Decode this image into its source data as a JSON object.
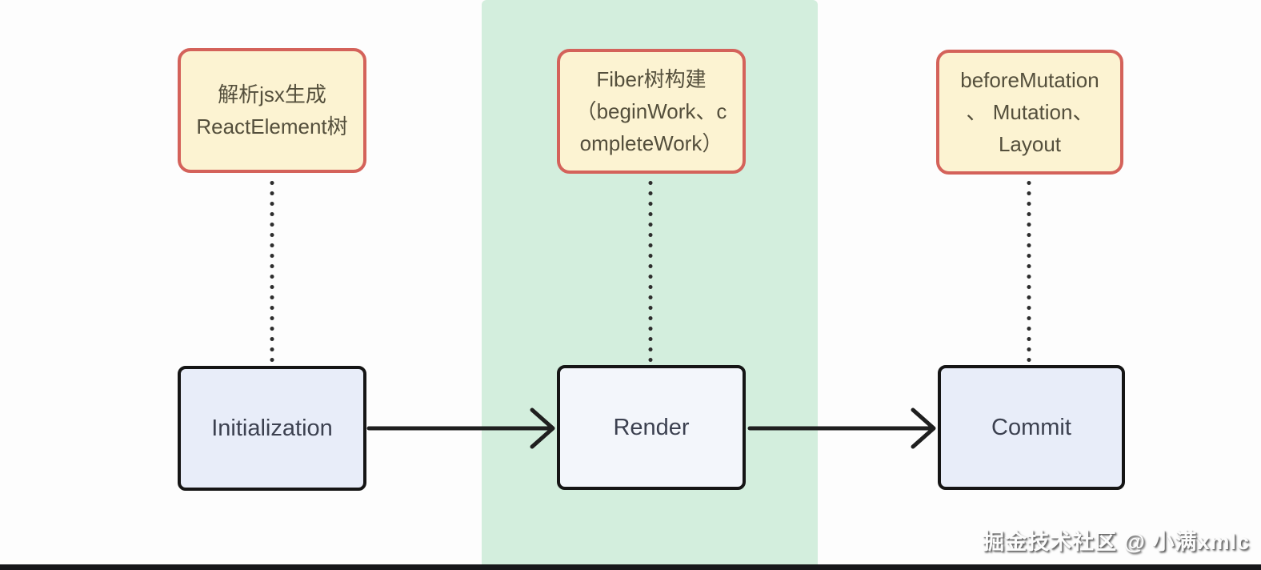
{
  "diagram": {
    "notes": [
      {
        "id": "parse-jsx",
        "lines": [
          "解析jsx生成",
          "ReactElement树"
        ]
      },
      {
        "id": "fiber-build",
        "lines": [
          "Fiber树构建",
          "（beginWork、c",
          "ompleteWork）"
        ]
      },
      {
        "id": "commit-phases",
        "lines": [
          "beforeMutation",
          "、 Mutation、",
          "Layout"
        ]
      }
    ],
    "stages": [
      {
        "id": "initialization",
        "label": "Initialization"
      },
      {
        "id": "render",
        "label": "Render"
      },
      {
        "id": "commit",
        "label": "Commit"
      }
    ],
    "watermark": "掘金技术社区 @ 小满xmlc",
    "colors": {
      "note_bg": "#fcf3d2",
      "note_border": "#d4625a",
      "stage_bg": "#e8edf9",
      "stage_bg_highlight": "#f3f6fb",
      "stage_border": "#151515",
      "band": "#d3eedd",
      "arrow": "#1f1f1f",
      "dotted_connector": "#2d2d2d"
    }
  }
}
